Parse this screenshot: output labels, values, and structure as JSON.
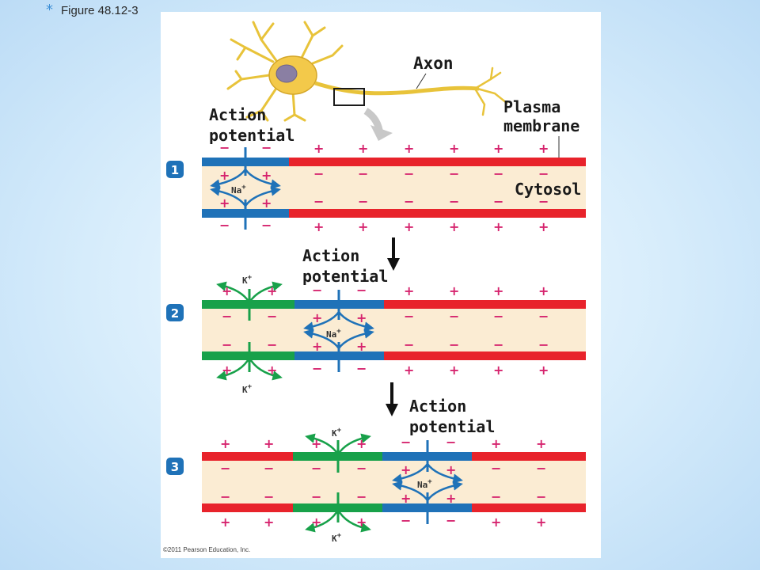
{
  "slide": {
    "title": "Figure 48.12-3"
  },
  "figure": {
    "labels": {
      "axon": "Axon",
      "plasma_membrane_1": "Plasma",
      "plasma_membrane_2": "membrane",
      "cytosol": "Cytosol",
      "ap_line1": "Action",
      "ap_line2": "potential"
    },
    "ions": {
      "na": "Na",
      "k": "K",
      "charge": "+"
    },
    "steps": [
      "1",
      "2",
      "3"
    ],
    "copyright": "©2011 Pearson Education, Inc."
  },
  "colors": {
    "membrane_resting": "#e8232b",
    "membrane_na_open": "#1f72b8",
    "membrane_k_open": "#18a14a",
    "cytosol": "#fbecd3",
    "charge_sign": "#d6246e",
    "na_arrow": "#1f72b8",
    "k_arrow": "#18a14a",
    "step_badge": "#1f72b8"
  }
}
